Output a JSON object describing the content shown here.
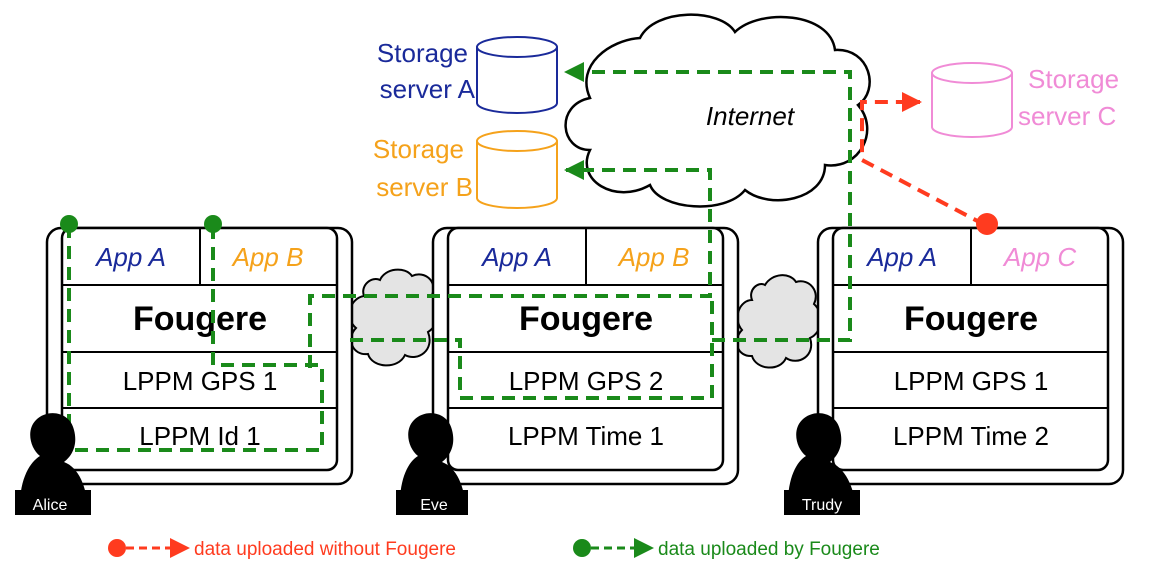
{
  "colors": {
    "green": "#1a8a1a",
    "red": "#ff3b1f",
    "blue": "#1a2a9a",
    "orange": "#f5a21b",
    "pink": "#f08bd6",
    "cloud": "#e4e4e4"
  },
  "storage_servers": [
    {
      "line1": "Storage",
      "line2": "server A",
      "color": "#1a2a9a"
    },
    {
      "line1": "Storage",
      "line2": "server B",
      "color": "#f5a21b"
    },
    {
      "line1": "Storage",
      "line2": "server C",
      "color": "#f08bd6"
    }
  ],
  "internet_label": "Internet",
  "devices": [
    {
      "person": "Alice",
      "apps": [
        {
          "label": "App A",
          "color": "#1a2a9a"
        },
        {
          "label": "App B",
          "color": "#f5a21b"
        }
      ],
      "middleware": "Fougere",
      "lppms": [
        "LPPM GPS 1",
        "LPPM Id 1"
      ]
    },
    {
      "person": "Eve",
      "apps": [
        {
          "label": "App A",
          "color": "#1a2a9a"
        },
        {
          "label": "App B",
          "color": "#f5a21b"
        }
      ],
      "middleware": "Fougere",
      "lppms": [
        "LPPM GPS 2",
        "LPPM Time 1"
      ]
    },
    {
      "person": "Trudy",
      "apps": [
        {
          "label": "App A",
          "color": "#1a2a9a"
        },
        {
          "label": "App C",
          "color": "#f08bd6"
        }
      ],
      "middleware": "Fougere",
      "lppms": [
        "LPPM GPS 1",
        "LPPM Time 2"
      ]
    }
  ],
  "legend": {
    "without_fougere": "data uploaded without Fougere",
    "by_fougere": "data uploaded by Fougere"
  }
}
